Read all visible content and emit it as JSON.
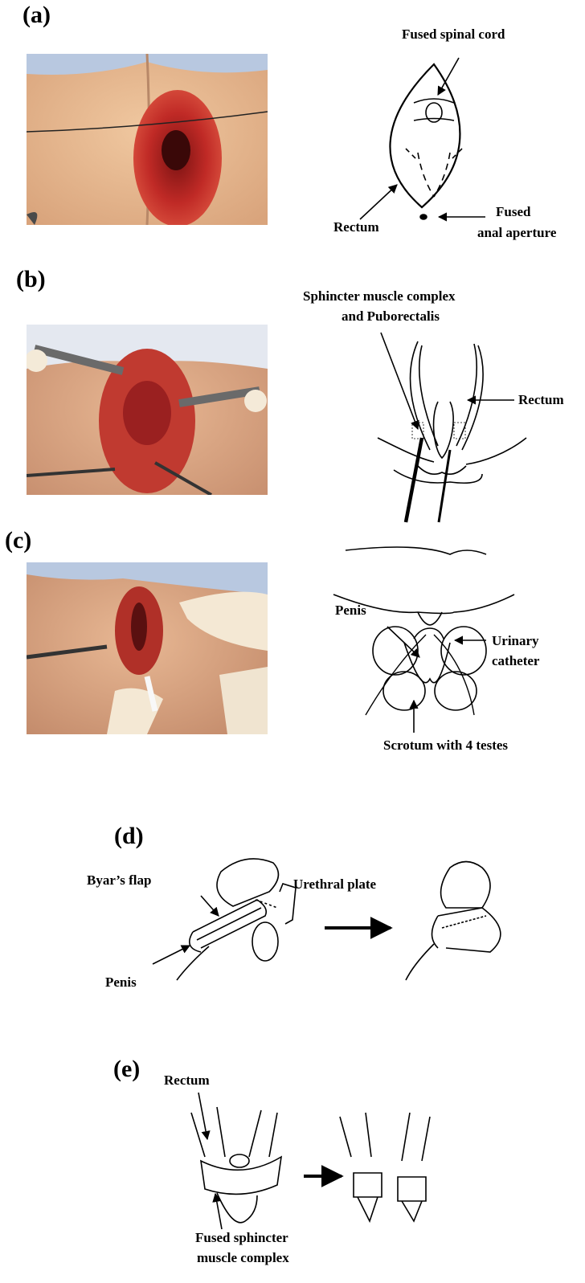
{
  "panels": {
    "a": {
      "label": "(a)",
      "fused_spinal_cord": "Fused spinal cord",
      "rectum": "Rectum",
      "fused_line1": "Fused",
      "fused_line2": "anal aperture"
    },
    "b": {
      "label": "(b)",
      "sphincter_line1": "Sphincter muscle complex",
      "sphincter_line2": "and Puborectalis",
      "rectum": "Rectum"
    },
    "c": {
      "label": "(c)",
      "penis": "Penis",
      "urinary_line1": "Urinary",
      "urinary_line2": "catheter",
      "scrotum": "Scrotum with 4 testes"
    },
    "d": {
      "label": "(d)",
      "byars_flap": "Byar’s flap",
      "urethral_plate": "Urethral plate",
      "penis": "Penis"
    },
    "e": {
      "label": "(e)",
      "rectum": "Rectum",
      "fused_line1": "Fused sphincter",
      "fused_line2": "muscle complex"
    }
  }
}
